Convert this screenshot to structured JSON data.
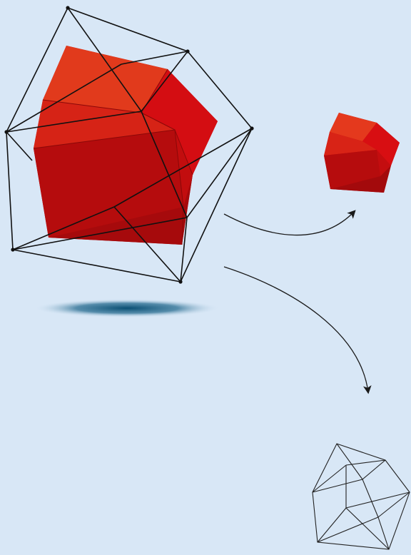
{
  "colors": {
    "background": "#d8e7f6",
    "solid_face_dark": "#b80c0c",
    "solid_face_mid": "#d40f12",
    "solid_face_light": "#e02a18",
    "wire": "#111111",
    "shadow": "#0a4f73"
  },
  "figures": {
    "main_polyhedron": {
      "style": "solid-in-wireframe"
    },
    "small_solid": {
      "style": "solid"
    },
    "small_wireframe": {
      "style": "wireframe"
    }
  },
  "arrows": [
    {
      "from": "main_polyhedron",
      "to": "small_solid"
    },
    {
      "from": "main_polyhedron",
      "to": "small_wireframe"
    }
  ]
}
